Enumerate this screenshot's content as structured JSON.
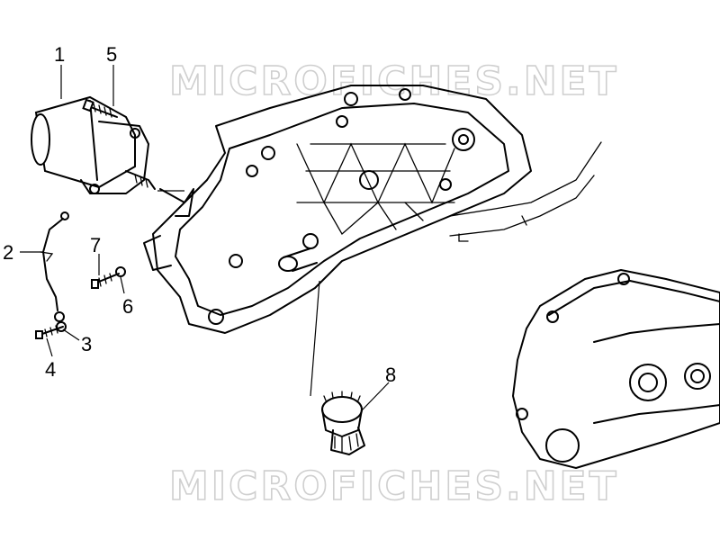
{
  "watermarks": [
    "MICROFICHES.NET",
    "MICROFICHES.NET"
  ],
  "callouts": [
    {
      "id": "1",
      "label": "1"
    },
    {
      "id": "2",
      "label": "2"
    },
    {
      "id": "3",
      "label": "3"
    },
    {
      "id": "4",
      "label": "4"
    },
    {
      "id": "5",
      "label": "5"
    },
    {
      "id": "6",
      "label": "6"
    },
    {
      "id": "7",
      "label": "7"
    },
    {
      "id": "8",
      "label": "8"
    }
  ]
}
